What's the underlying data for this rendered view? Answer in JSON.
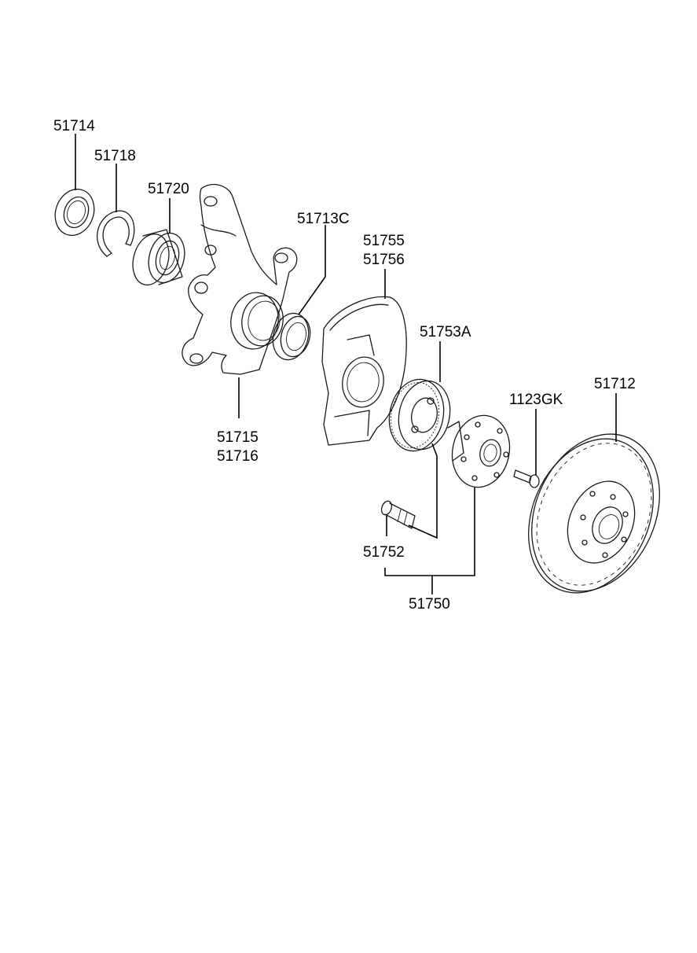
{
  "labels": {
    "p51714": "51714",
    "p51718": "51718",
    "p51720": "51720",
    "p51713c": "51713C",
    "p51755": "51755",
    "p51756": "51756",
    "p51753a": "51753A",
    "p1123gk": "1123GK",
    "p51712": "51712",
    "p51715": "51715",
    "p51716": "51716",
    "p51752": "51752",
    "p51750": "51750"
  },
  "colors": {
    "line": "#1a1a1a",
    "background": "#ffffff"
  }
}
